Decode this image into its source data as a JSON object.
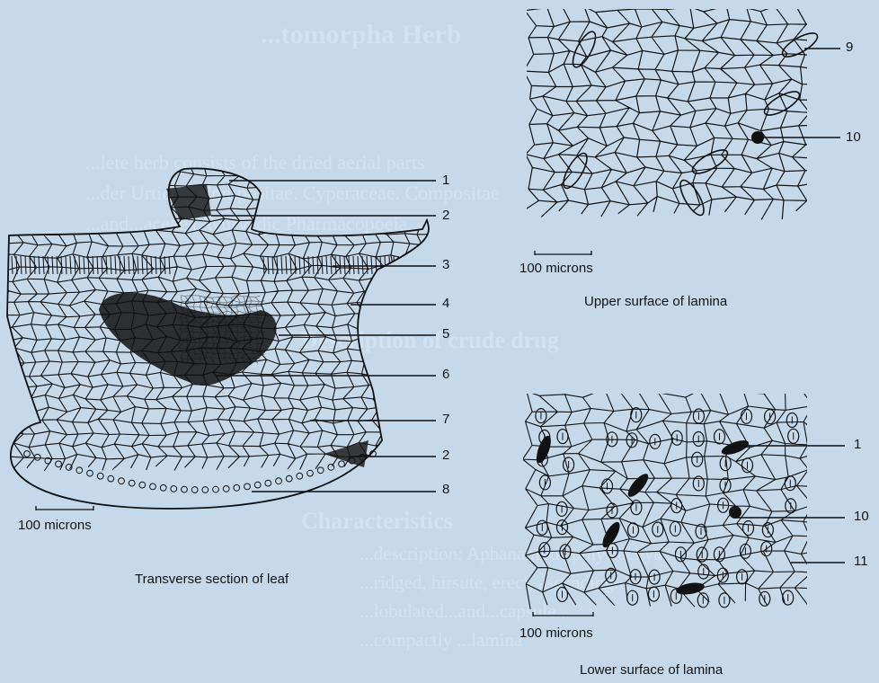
{
  "background": {
    "color": "#c6d9ea",
    "bleed_text": [
      "...tomorpha Herb",
      "...lete herb consists of the dried aerial parts",
      "...der Urticae. Compositae. Cyperaceae. Compositae",
      "...and...aceae (Ayurvedic Pharmacopoeia...",
      "Description of crude drug",
      "Characteristics",
      "...description: Aphanamixis polystachya...",
      "...ridged, hirsute, erect, ascending...",
      "...lobulated...and...capsule...",
      "...compactly ...lamina"
    ]
  },
  "panels": {
    "transverse": {
      "caption": "Transverse section of leaf",
      "scale_label": "100 microns",
      "callouts": [
        "1",
        "2",
        "3",
        "4",
        "5",
        "6",
        "7",
        "2",
        "8"
      ]
    },
    "upper": {
      "caption": "Upper surface of lamina",
      "scale_label": "100 microns",
      "callouts": [
        "9",
        "10"
      ]
    },
    "lower": {
      "caption": "Lower surface of lamina",
      "scale_label": "100 microns",
      "callouts": [
        "1",
        "10",
        "11"
      ]
    }
  },
  "colors": {
    "ink": "#111111",
    "paper": "#c6d9ea",
    "faint_text": "#d3e2f0"
  }
}
